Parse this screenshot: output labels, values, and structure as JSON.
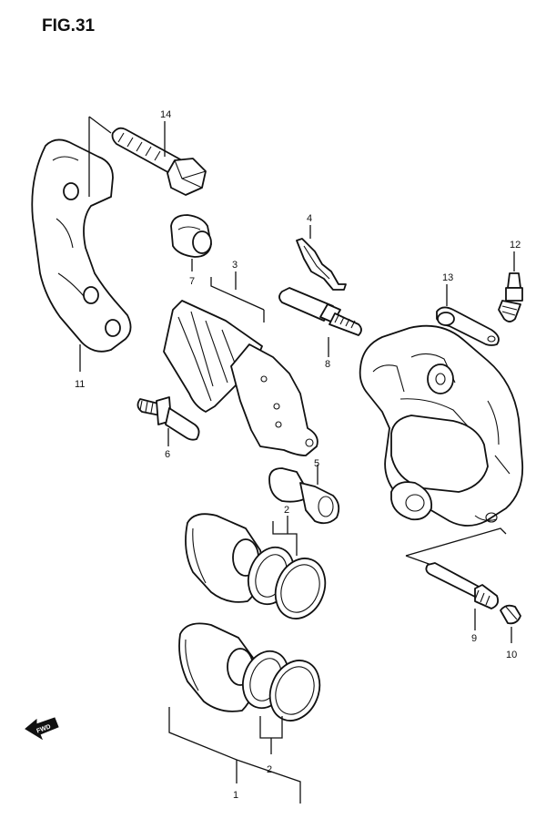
{
  "figure": {
    "title": "FIG.31"
  },
  "fwd_badge": "FWD",
  "callouts": {
    "c1": "1",
    "c2a": "2",
    "c2b": "2",
    "c3": "3",
    "c4": "4",
    "c5": "5",
    "c6": "6",
    "c7": "7",
    "c8": "8",
    "c9": "9",
    "c10": "10",
    "c11": "11",
    "c12": "12",
    "c13": "13",
    "c14": "14"
  }
}
